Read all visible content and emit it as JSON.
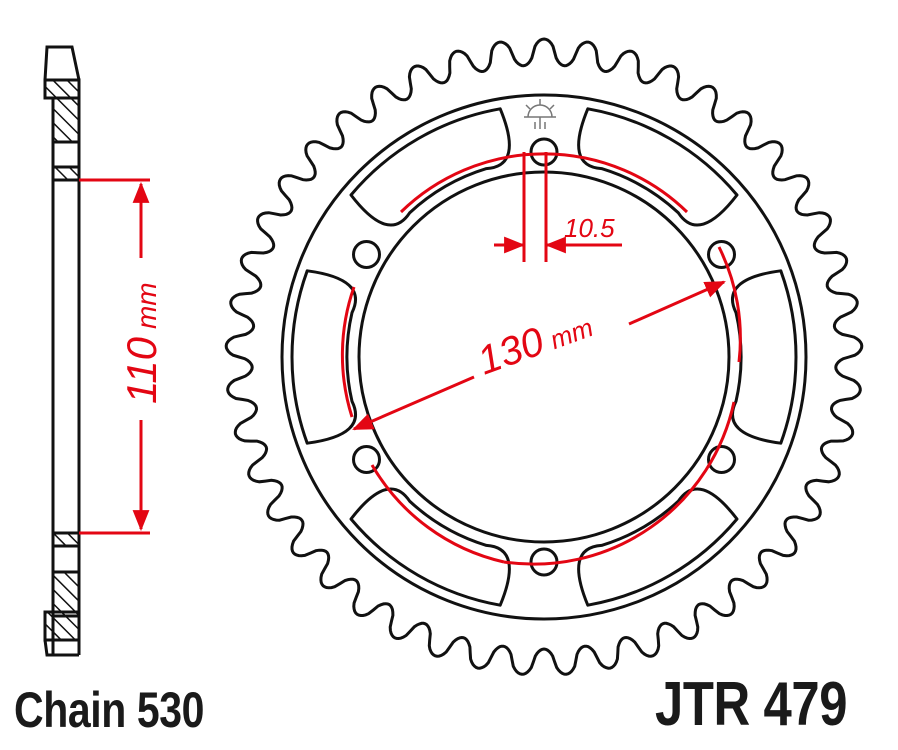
{
  "product": {
    "chain_label": "Chain 530",
    "part_number": "JTR 479"
  },
  "dimensions": {
    "side_height_value": "110",
    "side_height_unit": "mm",
    "bolt_circle_value": "130",
    "bolt_circle_unit": "mm",
    "bolt_hole_value": "10.5"
  },
  "sprocket": {
    "bolt_holes": 6,
    "cutouts": 6
  },
  "colors": {
    "outline": "#111111",
    "dimension": "#e30613",
    "background": "#ffffff"
  }
}
